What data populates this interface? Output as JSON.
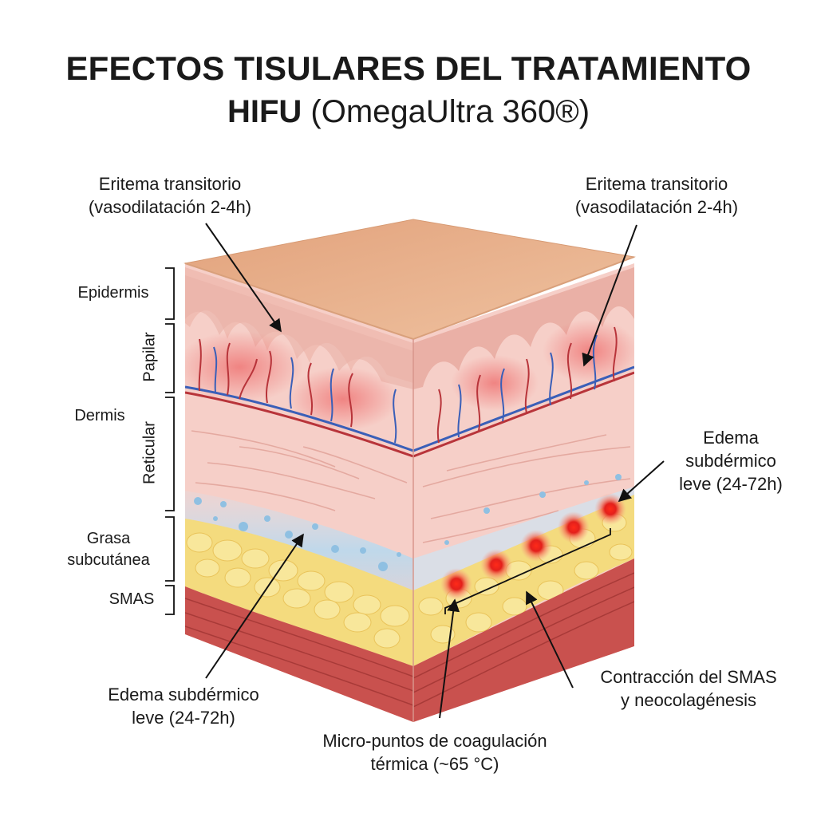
{
  "title": {
    "line1": "EFECTOS TISULARES DEL TRATAMIENTO",
    "line2_bold": "HIFU",
    "line2_normal": " (OmegaUltra 360®)"
  },
  "layers": {
    "epidermis": "Epidermis",
    "papilar": "Papilar",
    "dermis": "Dermis",
    "reticular": "Reticular",
    "grasa": "Grasa\nsubcutánea",
    "smas": "SMAS"
  },
  "callouts": {
    "eritema_left": "Eritema transitorio\n(vasodilatación 2-4h)",
    "eritema_right": "Eritema transitorio\n(vasodilatación 2-4h)",
    "edema_right": "Edema\nsubdérmico\nleve (24-72h)",
    "edema_left": "Edema subdérmico\nleve (24-72h)",
    "smas_contraction": "Contracción del SMAS\ny neocolagénesis",
    "micro_puntos": "Micro-puntos de coagulación\ntérmica (~65 °C)"
  },
  "colors": {
    "skin_top": "#e9b48f",
    "epidermis": "#f2c3bb",
    "dermis": "#f6cfc8",
    "fat": "#f4db7e",
    "smas": "#c9514e",
    "coagulation": "#e3201b",
    "edema": "#b9d9ee"
  }
}
